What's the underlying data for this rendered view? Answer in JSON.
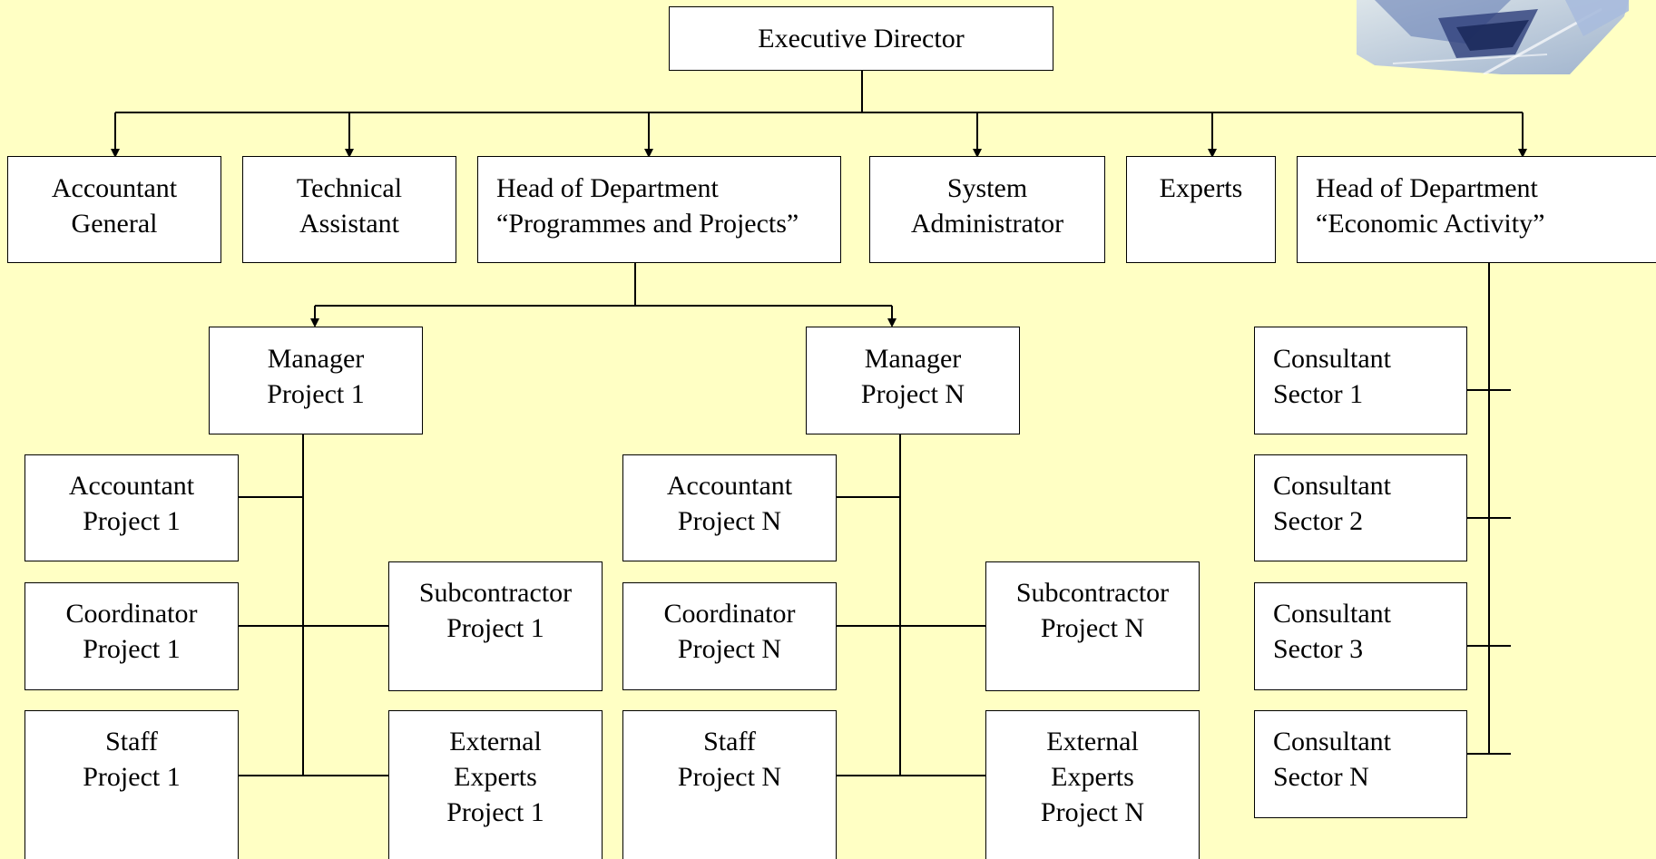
{
  "colors": {
    "background": "#FFFFC4",
    "box_fill": "#FFFFFF",
    "line": "#000000"
  },
  "nodes": {
    "executive_director": [
      "Executive Director"
    ],
    "accountant_general": [
      "Accountant",
      "General"
    ],
    "technical_assistant": [
      "Technical",
      "Assistant"
    ],
    "head_programmes": [
      "Head of Department",
      "“Programmes and Projects”"
    ],
    "system_administrator": [
      "System",
      "Administrator"
    ],
    "experts": [
      "Experts"
    ],
    "head_economic": [
      "Head of Department",
      "“Economic Activity”"
    ],
    "manager_project_1": [
      "Manager",
      "Project 1"
    ],
    "manager_project_n": [
      "Manager",
      "Project N"
    ],
    "accountant_project_1": [
      "Accountant",
      "Project 1"
    ],
    "coordinator_project_1": [
      "Coordinator",
      "Project 1"
    ],
    "staff_project_1": [
      "Staff",
      "Project 1"
    ],
    "subcontractor_project_1": [
      "Subcontractor",
      "Project 1"
    ],
    "external_experts_project_1": [
      "External",
      "Experts",
      "Project 1"
    ],
    "accountant_project_n": [
      "Accountant",
      "Project N"
    ],
    "coordinator_project_n": [
      "Coordinator",
      "Project N"
    ],
    "staff_project_n": [
      "Staff",
      "Project N"
    ],
    "subcontractor_project_n": [
      "Subcontractor",
      "Project N"
    ],
    "external_experts_project_n": [
      "External",
      "Experts",
      "Project N"
    ],
    "consultant_sector_1": [
      "Consultant",
      "Sector 1"
    ],
    "consultant_sector_2": [
      "Consultant",
      "Sector 2"
    ],
    "consultant_sector_3": [
      "Consultant",
      "Sector 3"
    ],
    "consultant_sector_n": [
      "Consultant",
      "Sector N"
    ]
  }
}
